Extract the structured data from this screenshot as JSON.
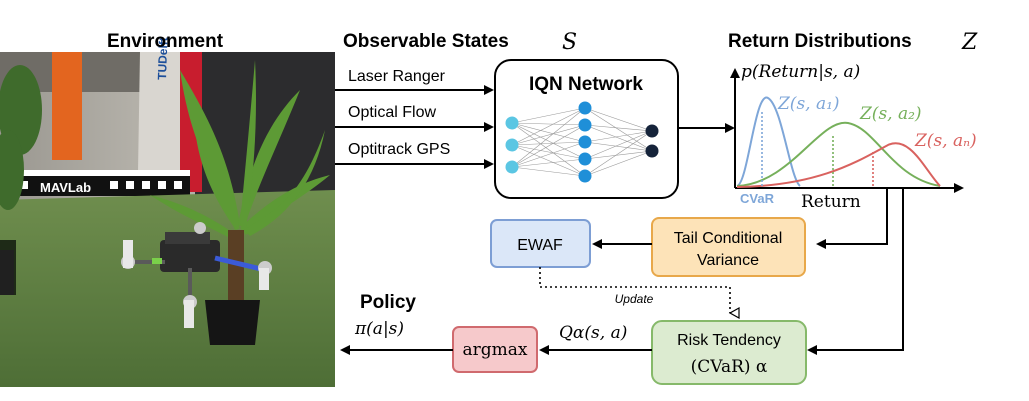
{
  "environment": {
    "title": "Environment",
    "logo_text": "MAVLab",
    "banner_text": "TUDelft"
  },
  "states": {
    "title": "Observable States",
    "symbol": "S",
    "inputs": [
      "Laser Ranger",
      "Optical Flow",
      "Optitrack GPS"
    ]
  },
  "iqn": {
    "label": "IQN Network"
  },
  "returns": {
    "title": "Return Distributions",
    "symbol": "Z",
    "ylabel": "p(Return|s, a)",
    "xlabel": "Return",
    "cvar_label": "CVaR",
    "curves": [
      {
        "label": "Z(s, a₁)",
        "color": "#7ea6d8"
      },
      {
        "label": "Z(s, a₂)",
        "color": "#76b05b"
      },
      {
        "label": "Z(s, aₙ)",
        "color": "#d9625f"
      }
    ]
  },
  "tail": {
    "line1": "Tail Conditional",
    "line2": "Variance",
    "fill": "#fde3b8",
    "stroke": "#e8a84a"
  },
  "ewaf": {
    "label": "EWAF",
    "fill": "#dbe7f8",
    "stroke": "#7d9ed4"
  },
  "update_label": "Update",
  "risk": {
    "line1": "Risk Tendency",
    "line2": "(CVaR) α",
    "fill": "#dcebd0",
    "stroke": "#86b96a"
  },
  "q_label": "Qα(s, a)",
  "argmax": {
    "label": "argmax",
    "fill": "#f6c9cb",
    "stroke": "#d06a6e"
  },
  "policy": {
    "title": "Policy",
    "formula": "π(a|s)"
  }
}
